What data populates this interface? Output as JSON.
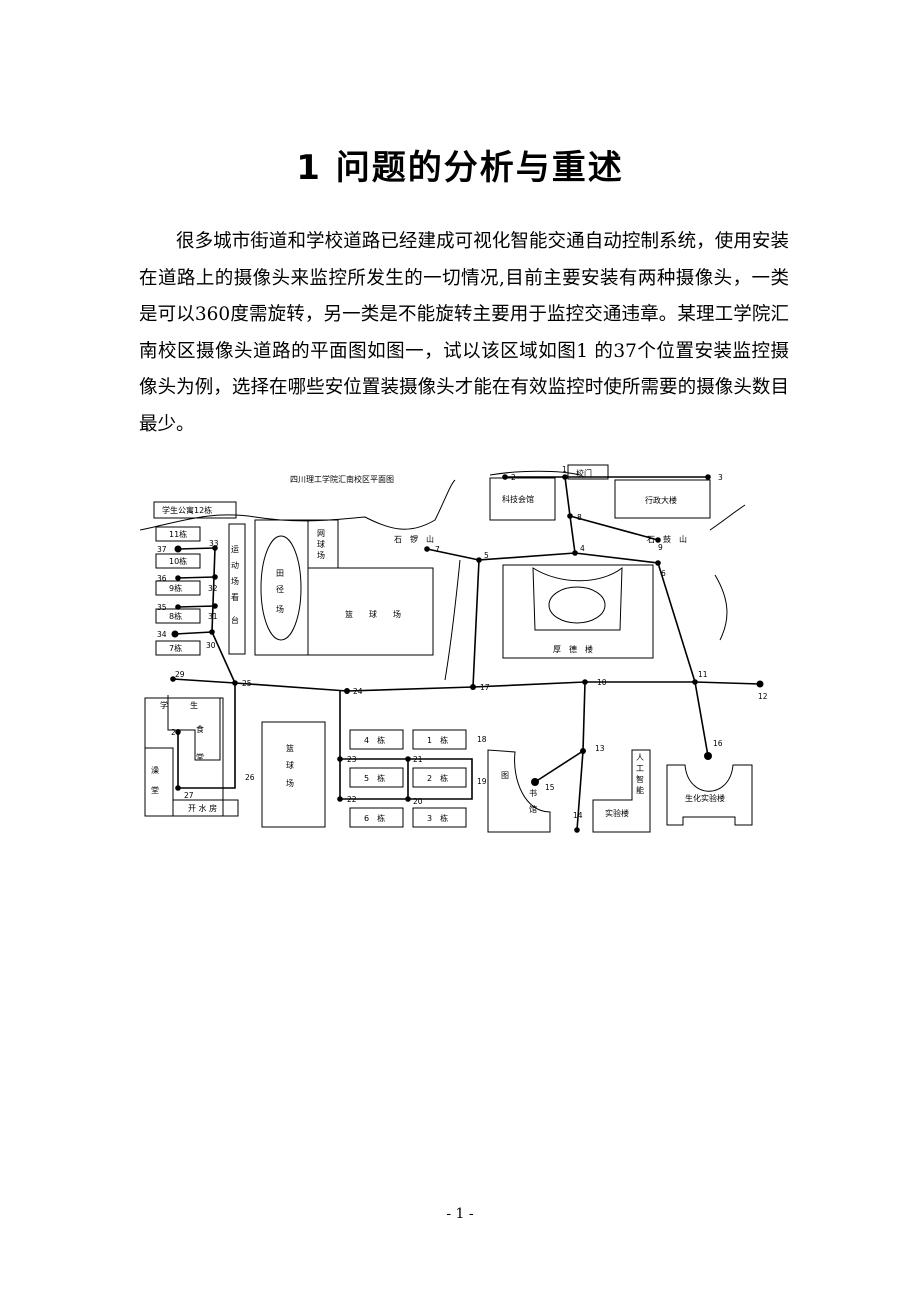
{
  "heading": "1  问题的分析与重述",
  "paragraph": "很多城市街道和学校道路已经建成可视化智能交通自动控制系统，使用安装在道路上的摄像头来监控所发生的一切情况,目前主要安装有两种摄像头，一类是可以360度需旋转，另一类是不能旋转主要用于监控交通违章。某理工学院汇南校区摄像头道路的平面图如图一，试以该区域如图1 的37个位置安装监控摄像头为例，选择在哪些安位置装摄像头才能在有效监控时使所需要的摄像头数目最少。",
  "map": {
    "title": "四川理工学院汇南校区平面图",
    "labels": {
      "dorm12": "学生公寓12栋",
      "d11": "11栋",
      "d10": "10栋",
      "d9": "9栋",
      "d8": "8栋",
      "d7": "7栋",
      "stand": [
        "运",
        "动",
        "场",
        "看",
        "台"
      ],
      "track": [
        "田",
        "径",
        "场"
      ],
      "tennis": [
        "网",
        "球",
        "场"
      ],
      "basketball": "篮　　球　　场",
      "shiluo": "石　锣　山",
      "gate": "校门",
      "science": "科技会馆",
      "admin": "行政大楼",
      "shigu": "石　鼓　山",
      "houde": "厚　德　楼",
      "canteen": [
        "学",
        "生",
        "食",
        "堂"
      ],
      "bath": [
        "澡",
        "堂"
      ],
      "water": "开 水 房",
      "bball2": [
        "篮",
        "球",
        "场"
      ],
      "b4": "4　栋",
      "b1": "1　栋",
      "b5": "5　栋",
      "b2": "2　栋",
      "b6": "6　栋",
      "b3": "3　栋",
      "library": [
        "图",
        "书",
        "馆"
      ],
      "ai": [
        "人",
        "工",
        "智",
        "能"
      ],
      "lab": "实验楼",
      "biochem": "生化实验楼"
    },
    "nodes": [
      {
        "id": "1"
      },
      {
        "id": "2"
      },
      {
        "id": "3"
      },
      {
        "id": "4"
      },
      {
        "id": "5"
      },
      {
        "id": "6"
      },
      {
        "id": "7"
      },
      {
        "id": "8"
      },
      {
        "id": "9"
      },
      {
        "id": "10"
      },
      {
        "id": "11"
      },
      {
        "id": "12"
      },
      {
        "id": "13"
      },
      {
        "id": "14"
      },
      {
        "id": "15"
      },
      {
        "id": "16"
      },
      {
        "id": "17"
      },
      {
        "id": "18"
      },
      {
        "id": "19"
      },
      {
        "id": "20"
      },
      {
        "id": "21"
      },
      {
        "id": "22"
      },
      {
        "id": "23"
      },
      {
        "id": "24"
      },
      {
        "id": "25"
      },
      {
        "id": "26"
      },
      {
        "id": "27"
      },
      {
        "id": "28"
      },
      {
        "id": "29"
      },
      {
        "id": "30"
      },
      {
        "id": "31"
      },
      {
        "id": "32"
      },
      {
        "id": "33"
      },
      {
        "id": "34"
      },
      {
        "id": "35"
      },
      {
        "id": "36"
      },
      {
        "id": "37"
      }
    ]
  },
  "page_number": "- 1 -"
}
